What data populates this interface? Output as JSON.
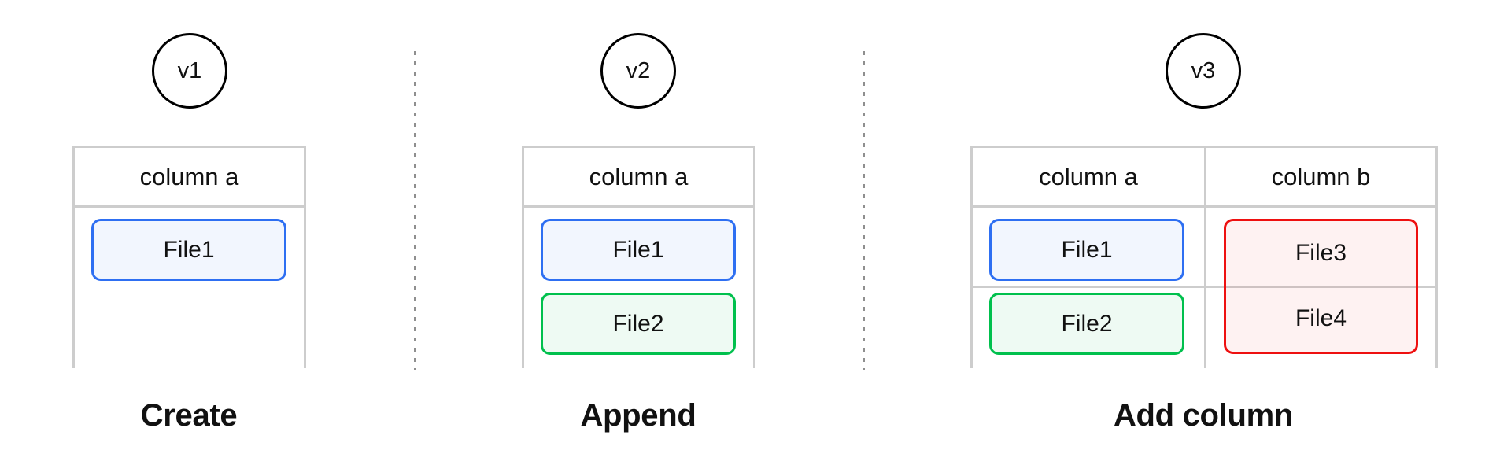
{
  "sections": [
    {
      "version": "v1",
      "operation": "Create",
      "columns": [
        {
          "header": "column a",
          "files": [
            {
              "label": "File1",
              "color": "blue"
            }
          ]
        }
      ]
    },
    {
      "version": "v2",
      "operation": "Append",
      "columns": [
        {
          "header": "column a",
          "files": [
            {
              "label": "File1",
              "color": "blue"
            },
            {
              "label": "File2",
              "color": "green"
            }
          ]
        }
      ]
    },
    {
      "version": "v3",
      "operation": "Add column",
      "columns": [
        {
          "header": "column a",
          "files": [
            {
              "label": "File1",
              "color": "blue"
            },
            {
              "label": "File2",
              "color": "green"
            }
          ]
        },
        {
          "header": "column b",
          "files": [
            {
              "label": "File3",
              "color": "red"
            },
            {
              "label": "File4",
              "color": "red"
            }
          ]
        }
      ]
    }
  ],
  "colors": {
    "file_blue_border": "#2e6ff2",
    "file_blue_fill": "#f2f6fe",
    "file_green_border": "#00c04d",
    "file_green_fill": "#eefaf3",
    "file_red_border": "#ee1010",
    "file_red_fill": "#fdf1f0",
    "table_border": "#cdcdcd",
    "section_divider_dash": "#8f8f8f",
    "version_circle_border": "#000000",
    "text": "#111111"
  }
}
